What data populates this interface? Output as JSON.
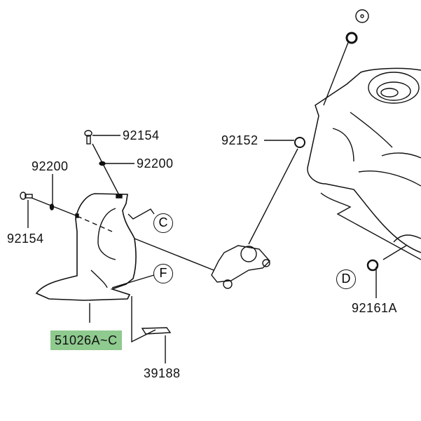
{
  "diagram": {
    "parts": {
      "bolt_top": "92154",
      "washer_top": "92200",
      "washer_left": "92200",
      "bolt_left": "92154",
      "cover": "51026A~C",
      "label": "39188",
      "grommet": "92152",
      "damper": "92161A"
    },
    "refs": {
      "c": "C",
      "f": "F",
      "d": "D"
    },
    "highlight_color": "#8fca8f"
  }
}
